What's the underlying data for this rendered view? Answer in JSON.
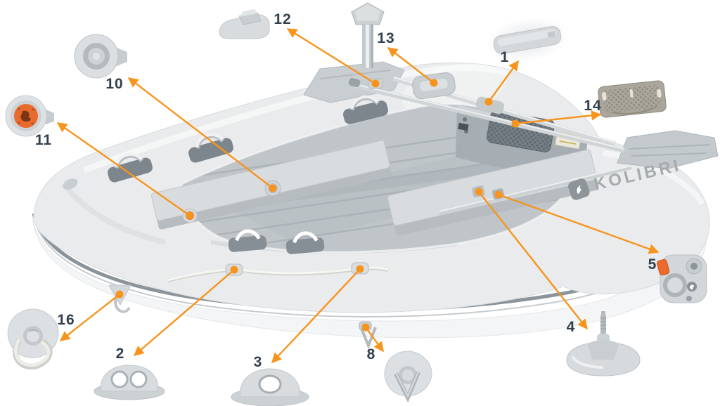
{
  "diagram": {
    "brand": "KOLIBRI",
    "background_color": "#FFFFFF",
    "colors": {
      "arrow": "#F7941E",
      "marker_dot": "#F7941E",
      "label_text": "#32404E",
      "boat_tube": "#E9EBEC",
      "boat_floor": "#BFC5C9",
      "rub_strake": "#7E8890",
      "brand_text": "#A6ABAF",
      "valve_cap_orange": "#E96A2D"
    },
    "callouts": [
      {
        "number": "1",
        "part": "carry-handle"
      },
      {
        "number": "2",
        "part": "double-rope-guide"
      },
      {
        "number": "3",
        "part": "single-rope-guide"
      },
      {
        "number": "4",
        "part": "oarlock-pin-mount"
      },
      {
        "number": "5",
        "part": "oar-lock-clamp"
      },
      {
        "number": "8",
        "part": "triangle-hook-pad"
      },
      {
        "number": "10",
        "part": "air-valve"
      },
      {
        "number": "11",
        "part": "air-valve-orange"
      },
      {
        "number": "12",
        "part": "rail-end-mount"
      },
      {
        "number": "13",
        "part": "oarlock-post"
      },
      {
        "number": "14",
        "part": "transom-step-plate"
      },
      {
        "number": "16",
        "part": "bow-towing-ring-pad"
      }
    ]
  }
}
